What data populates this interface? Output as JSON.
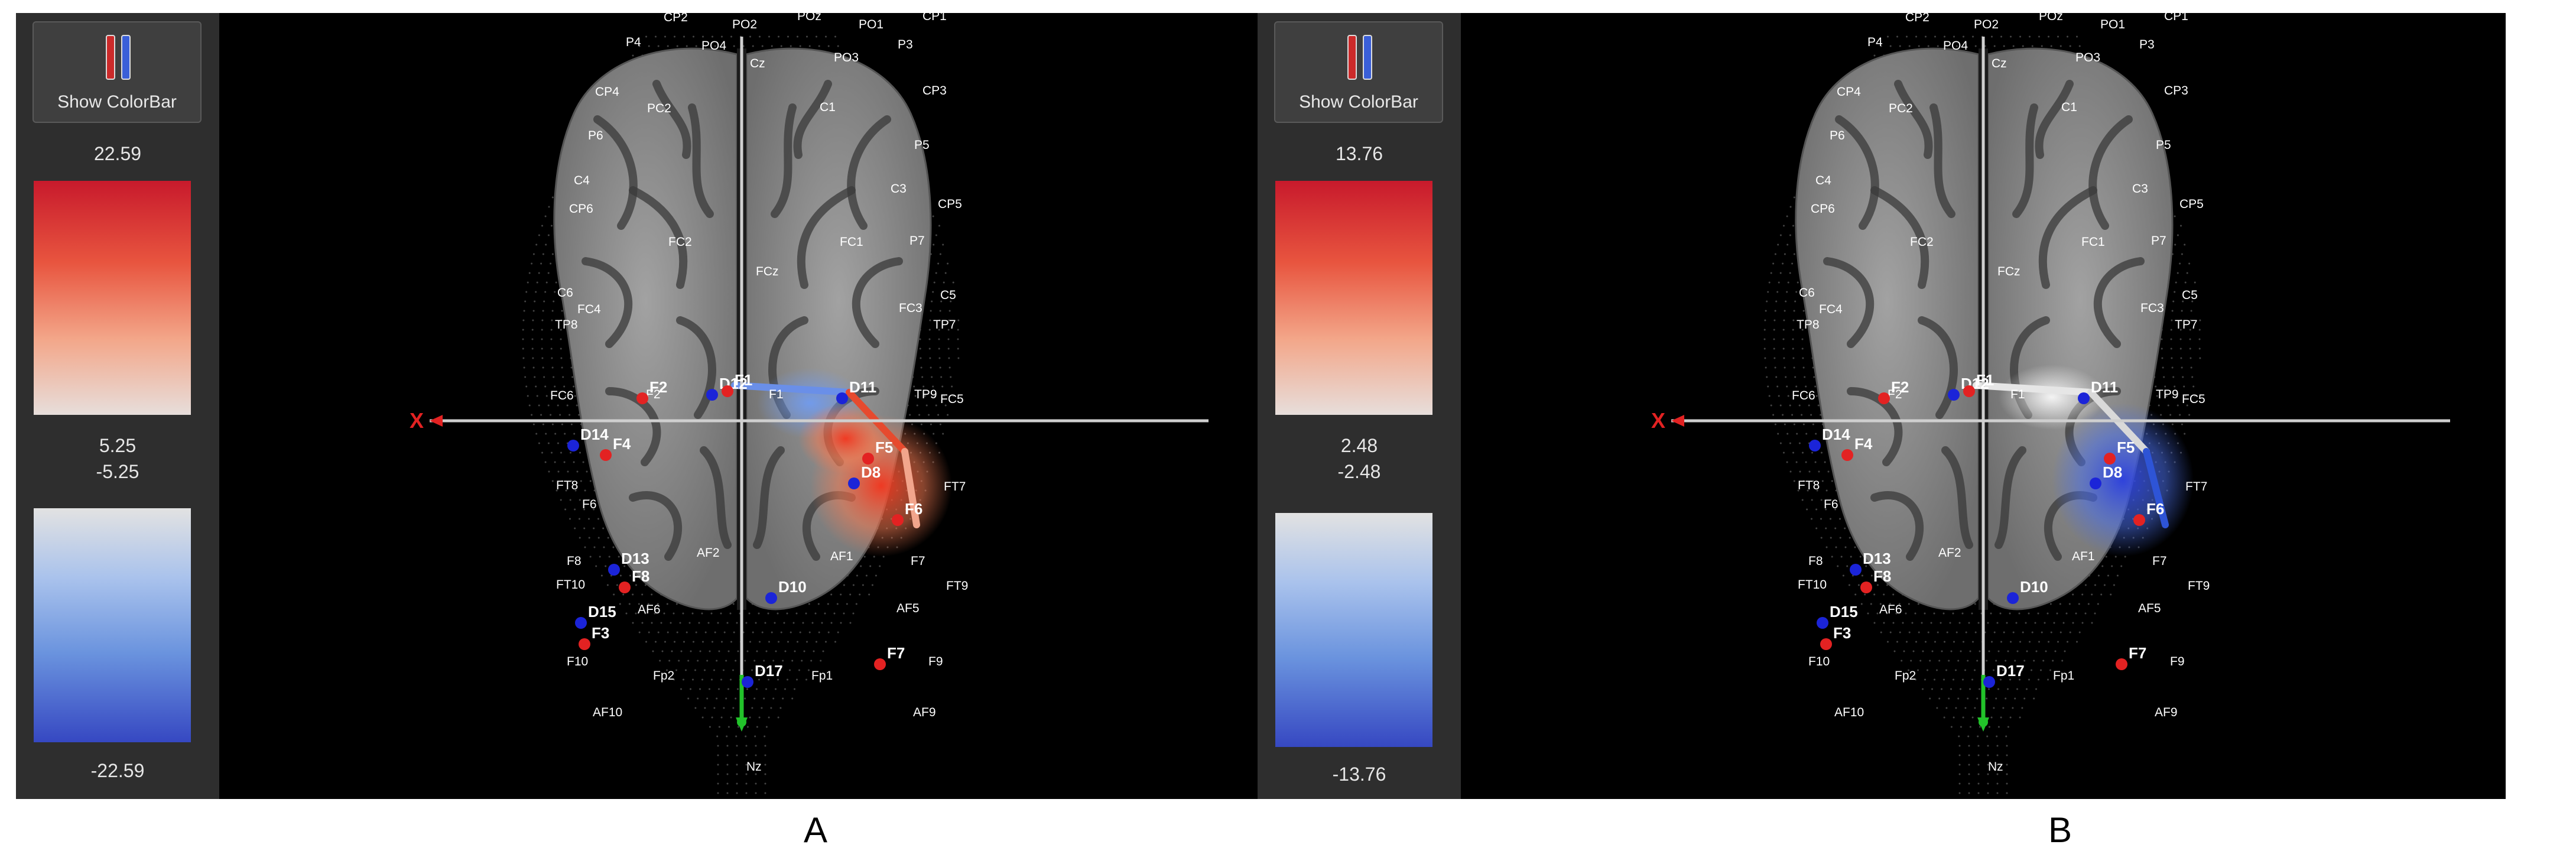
{
  "panels": [
    {
      "id": "A",
      "show_colorbar_label": "Show ColorBar",
      "colorbar": {
        "max": "22.59",
        "pos_min": "5.25",
        "neg_max": "-5.25",
        "min": "-22.59"
      },
      "heat": "red",
      "caption": "A"
    },
    {
      "id": "B",
      "show_colorbar_label": "Show ColorBar",
      "colorbar": {
        "max": "13.76",
        "pos_min": "2.48",
        "neg_max": "-2.48",
        "min": "-13.76"
      },
      "heat": "blue",
      "caption": "B"
    }
  ],
  "axis_label": "X",
  "colors": {
    "red": "#e32222",
    "blue": "#1b24d8",
    "green": "#22c22a",
    "brain": "#8a8a8a"
  },
  "electrode_labels": [
    "CP2",
    "PO2",
    "POz",
    "PO1",
    "CP1",
    "P4",
    "PO4",
    "PO3",
    "P3",
    "CP4",
    "PC2",
    "Cz",
    "C1",
    "CP3",
    "P6",
    "P5",
    "C4",
    "C3",
    "CP6",
    "CP5",
    "FC2",
    "FCz",
    "FC1",
    "P7",
    "C6",
    "FC4",
    "FC3",
    "C5",
    "TP8",
    "TP7",
    "FC6",
    "F2",
    "F1",
    "TP9",
    "FC5",
    "FT8",
    "F6",
    "FT7",
    "F8",
    "AF2",
    "AF1",
    "F7",
    "FT10",
    "AF6",
    "AF5",
    "FT9",
    "F10",
    "Fp2",
    "Fp1",
    "F9",
    "AF10",
    "AF9",
    "Nz"
  ],
  "detector_labels": [
    "D14",
    "D13",
    "D15",
    "D17",
    "D12",
    "D10",
    "D8",
    "D11"
  ],
  "source_labels": [
    "F2",
    "F4",
    "F8",
    "F3",
    "F5",
    "F6",
    "F7",
    "F1"
  ]
}
